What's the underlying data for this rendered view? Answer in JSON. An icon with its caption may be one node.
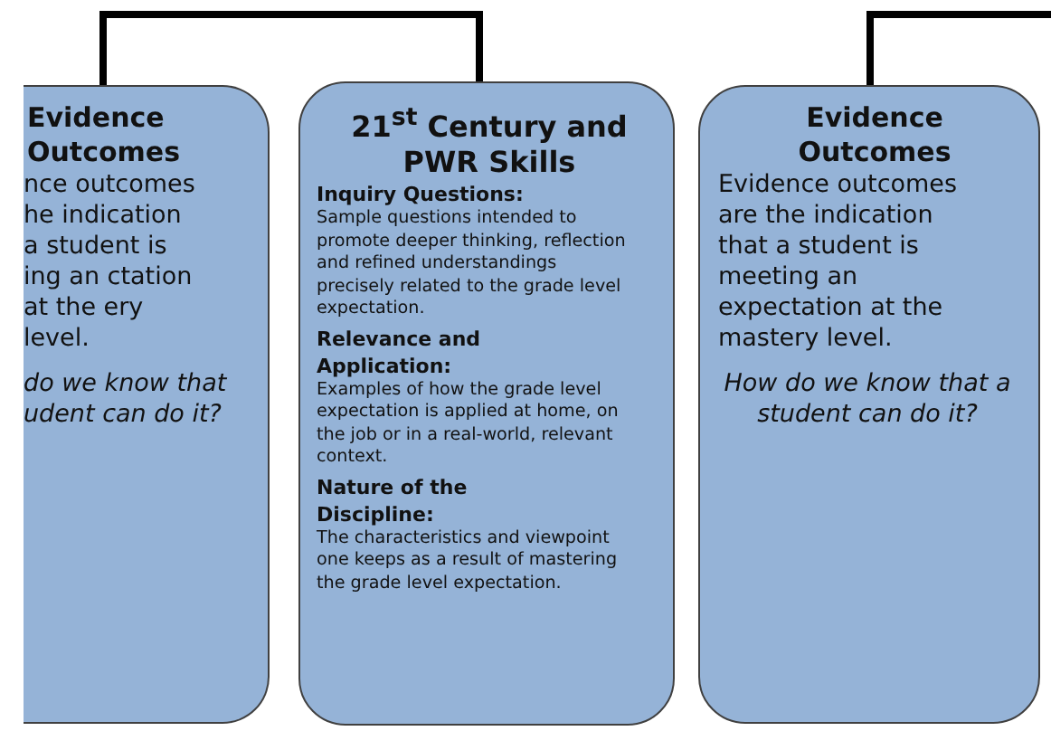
{
  "diagram": {
    "nodes": [
      {
        "text": [
          "Evidence Outcomes",
          "nce outcomes he indication a student is ing an ctation at the ery level.",
          "do we know that udent can do it?"
        ]
      },
      {
        "text": [
          "21$^{st}$ Century and PWR Skills",
          "Inquiry Questions:",
          "Sample questions intended to promote deeper thinking, reflection and refined understandings precisely related to the grade level expectation.",
          "Relevance and Application:",
          "Examples of how the grade level expectation is applied at home, on the job or in a real-world, relevant context.",
          "Nature of the Discipline:",
          "The characteristics and viewpoint one keeps as a result of mastering the grade level expectation."
        ]
      },
      {
        "text": [
          "Evidence Outcomes",
          "Evidence outcomes are the indication that a student is meeting an expectation at the mastery level.",
          "How do we know that a student can do it?"
        ]
      }
    ],
    "edges": [
      {
        "from": 0,
        "to": 1,
        "arrow": "none"
      },
      {
        "from": 2,
        "to": null,
        "arrow": "none"
      }
    ]
  }
}
